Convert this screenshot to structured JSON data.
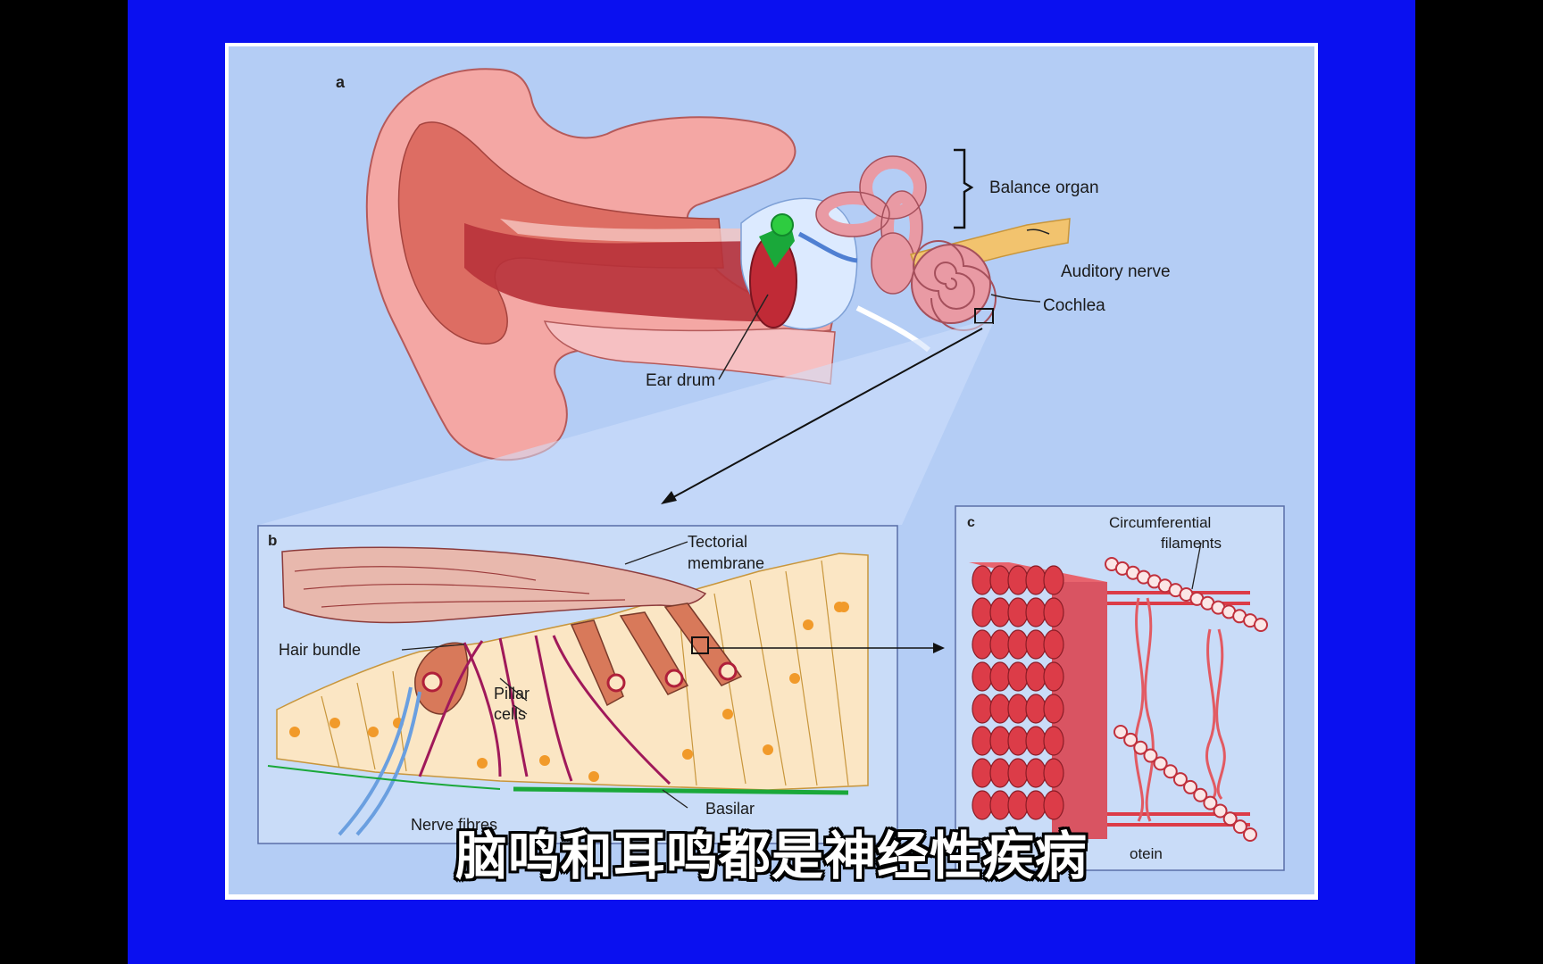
{
  "colors": {
    "frame": "#0a10f0",
    "slide_bg": "#b4cdf5",
    "panel_border": "#5a6fa8",
    "skin": "#f4a7a4",
    "canal": "#b8323a",
    "cochlea": "#e99aa4",
    "ossicle": "#2ecc40",
    "nerve": "#f2c36e",
    "cell_fill": "#fbe6c4",
    "hair_cell": "#d8795a",
    "pillar": "#a0195a",
    "filament": "#dc3c48",
    "basilar": "#1aa83a"
  },
  "diagram": {
    "panels": [
      {
        "letter": "a"
      },
      {
        "letter": "b"
      },
      {
        "letter": "c"
      }
    ],
    "labels_a": {
      "balance": "Balance organ",
      "auditory": "Auditory nerve",
      "cochlea": "Cochlea",
      "eardrum": "Ear drum"
    },
    "labels_b": {
      "tectorial_1": "Tectorial",
      "tectorial_2": "membrane",
      "hair_bundle": "Hair bundle",
      "pillar_1": "Pillar",
      "pillar_2": "cells",
      "nerve": "Nerve fibres",
      "basilar_1": "Basilar"
    },
    "labels_c": {
      "circ_1": "Circumferential",
      "circ_2": "filaments",
      "protein": "otein"
    }
  },
  "subtitle": "脑鸣和耳鸣都是神经性疾病"
}
